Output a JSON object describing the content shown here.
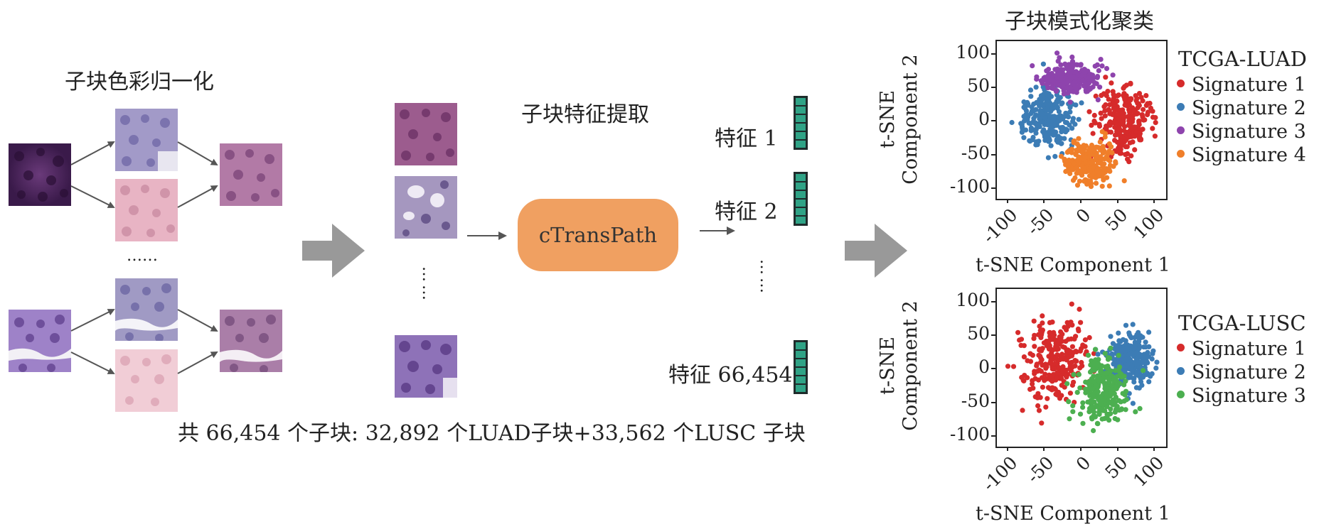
{
  "left": {
    "title": "子块色彩归一化",
    "ellipsis": "……"
  },
  "middle": {
    "title": "子块特征提取",
    "model_label": "cTransPath",
    "feature_labels": [
      "特征 1",
      "特征 2",
      "特征 66,454"
    ],
    "footer": "共 66,454 个子块: 32,892 个LUAD子块+33,562 个LUSC 子块"
  },
  "right": {
    "title": "子块模式化聚类"
  },
  "colors": {
    "arrow_gray": "#999999",
    "pill_orange": "#f0a061",
    "feature_teal": "#2fa386",
    "sig1_red": "#d62b2b",
    "sig2_blue": "#3c7cb5",
    "sig3_purple": "#8e44ad",
    "sig3_green": "#4caf50",
    "sig4_orange": "#f07f2a"
  },
  "chart_data": [
    {
      "type": "scatter",
      "title": "TCGA-LUAD",
      "xlabel": "t-SNE Component 1",
      "ylabel": "t-SNE Component 2",
      "xlim": [
        -115,
        115
      ],
      "ylim": [
        -115,
        120
      ],
      "xticks": [
        -100,
        -50,
        0,
        50,
        100
      ],
      "yticks": [
        100,
        50,
        0,
        -50,
        -100
      ],
      "legend_position": "right",
      "series": [
        {
          "name": "Signature 1",
          "color": "#d62b2b",
          "center": [
            55,
            0
          ],
          "spread": [
            32,
            48
          ]
        },
        {
          "name": "Signature 2",
          "color": "#3c7cb5",
          "center": [
            -45,
            5
          ],
          "spread": [
            30,
            40
          ]
        },
        {
          "name": "Signature 3",
          "color": "#8e44ad",
          "center": [
            -15,
            65
          ],
          "spread": [
            35,
            22
          ]
        },
        {
          "name": "Signature 4",
          "color": "#f07f2a",
          "center": [
            10,
            -60
          ],
          "spread": [
            28,
            28
          ]
        }
      ]
    },
    {
      "type": "scatter",
      "title": "TCGA-LUSC",
      "xlabel": "t-SNE Component 1",
      "ylabel": "t-SNE Component 2",
      "xlim": [
        -115,
        115
      ],
      "ylim": [
        -115,
        120
      ],
      "xticks": [
        -100,
        -50,
        0,
        50,
        100
      ],
      "yticks": [
        100,
        50,
        0,
        -50,
        -100
      ],
      "legend_position": "right",
      "series": [
        {
          "name": "Signature 1",
          "color": "#d62b2b",
          "center": [
            -35,
            15
          ],
          "spread": [
            38,
            55
          ]
        },
        {
          "name": "Signature 2",
          "color": "#3c7cb5",
          "center": [
            65,
            15
          ],
          "spread": [
            28,
            35
          ]
        },
        {
          "name": "Signature 3",
          "color": "#4caf50",
          "center": [
            30,
            -30
          ],
          "spread": [
            30,
            45
          ]
        }
      ]
    }
  ]
}
